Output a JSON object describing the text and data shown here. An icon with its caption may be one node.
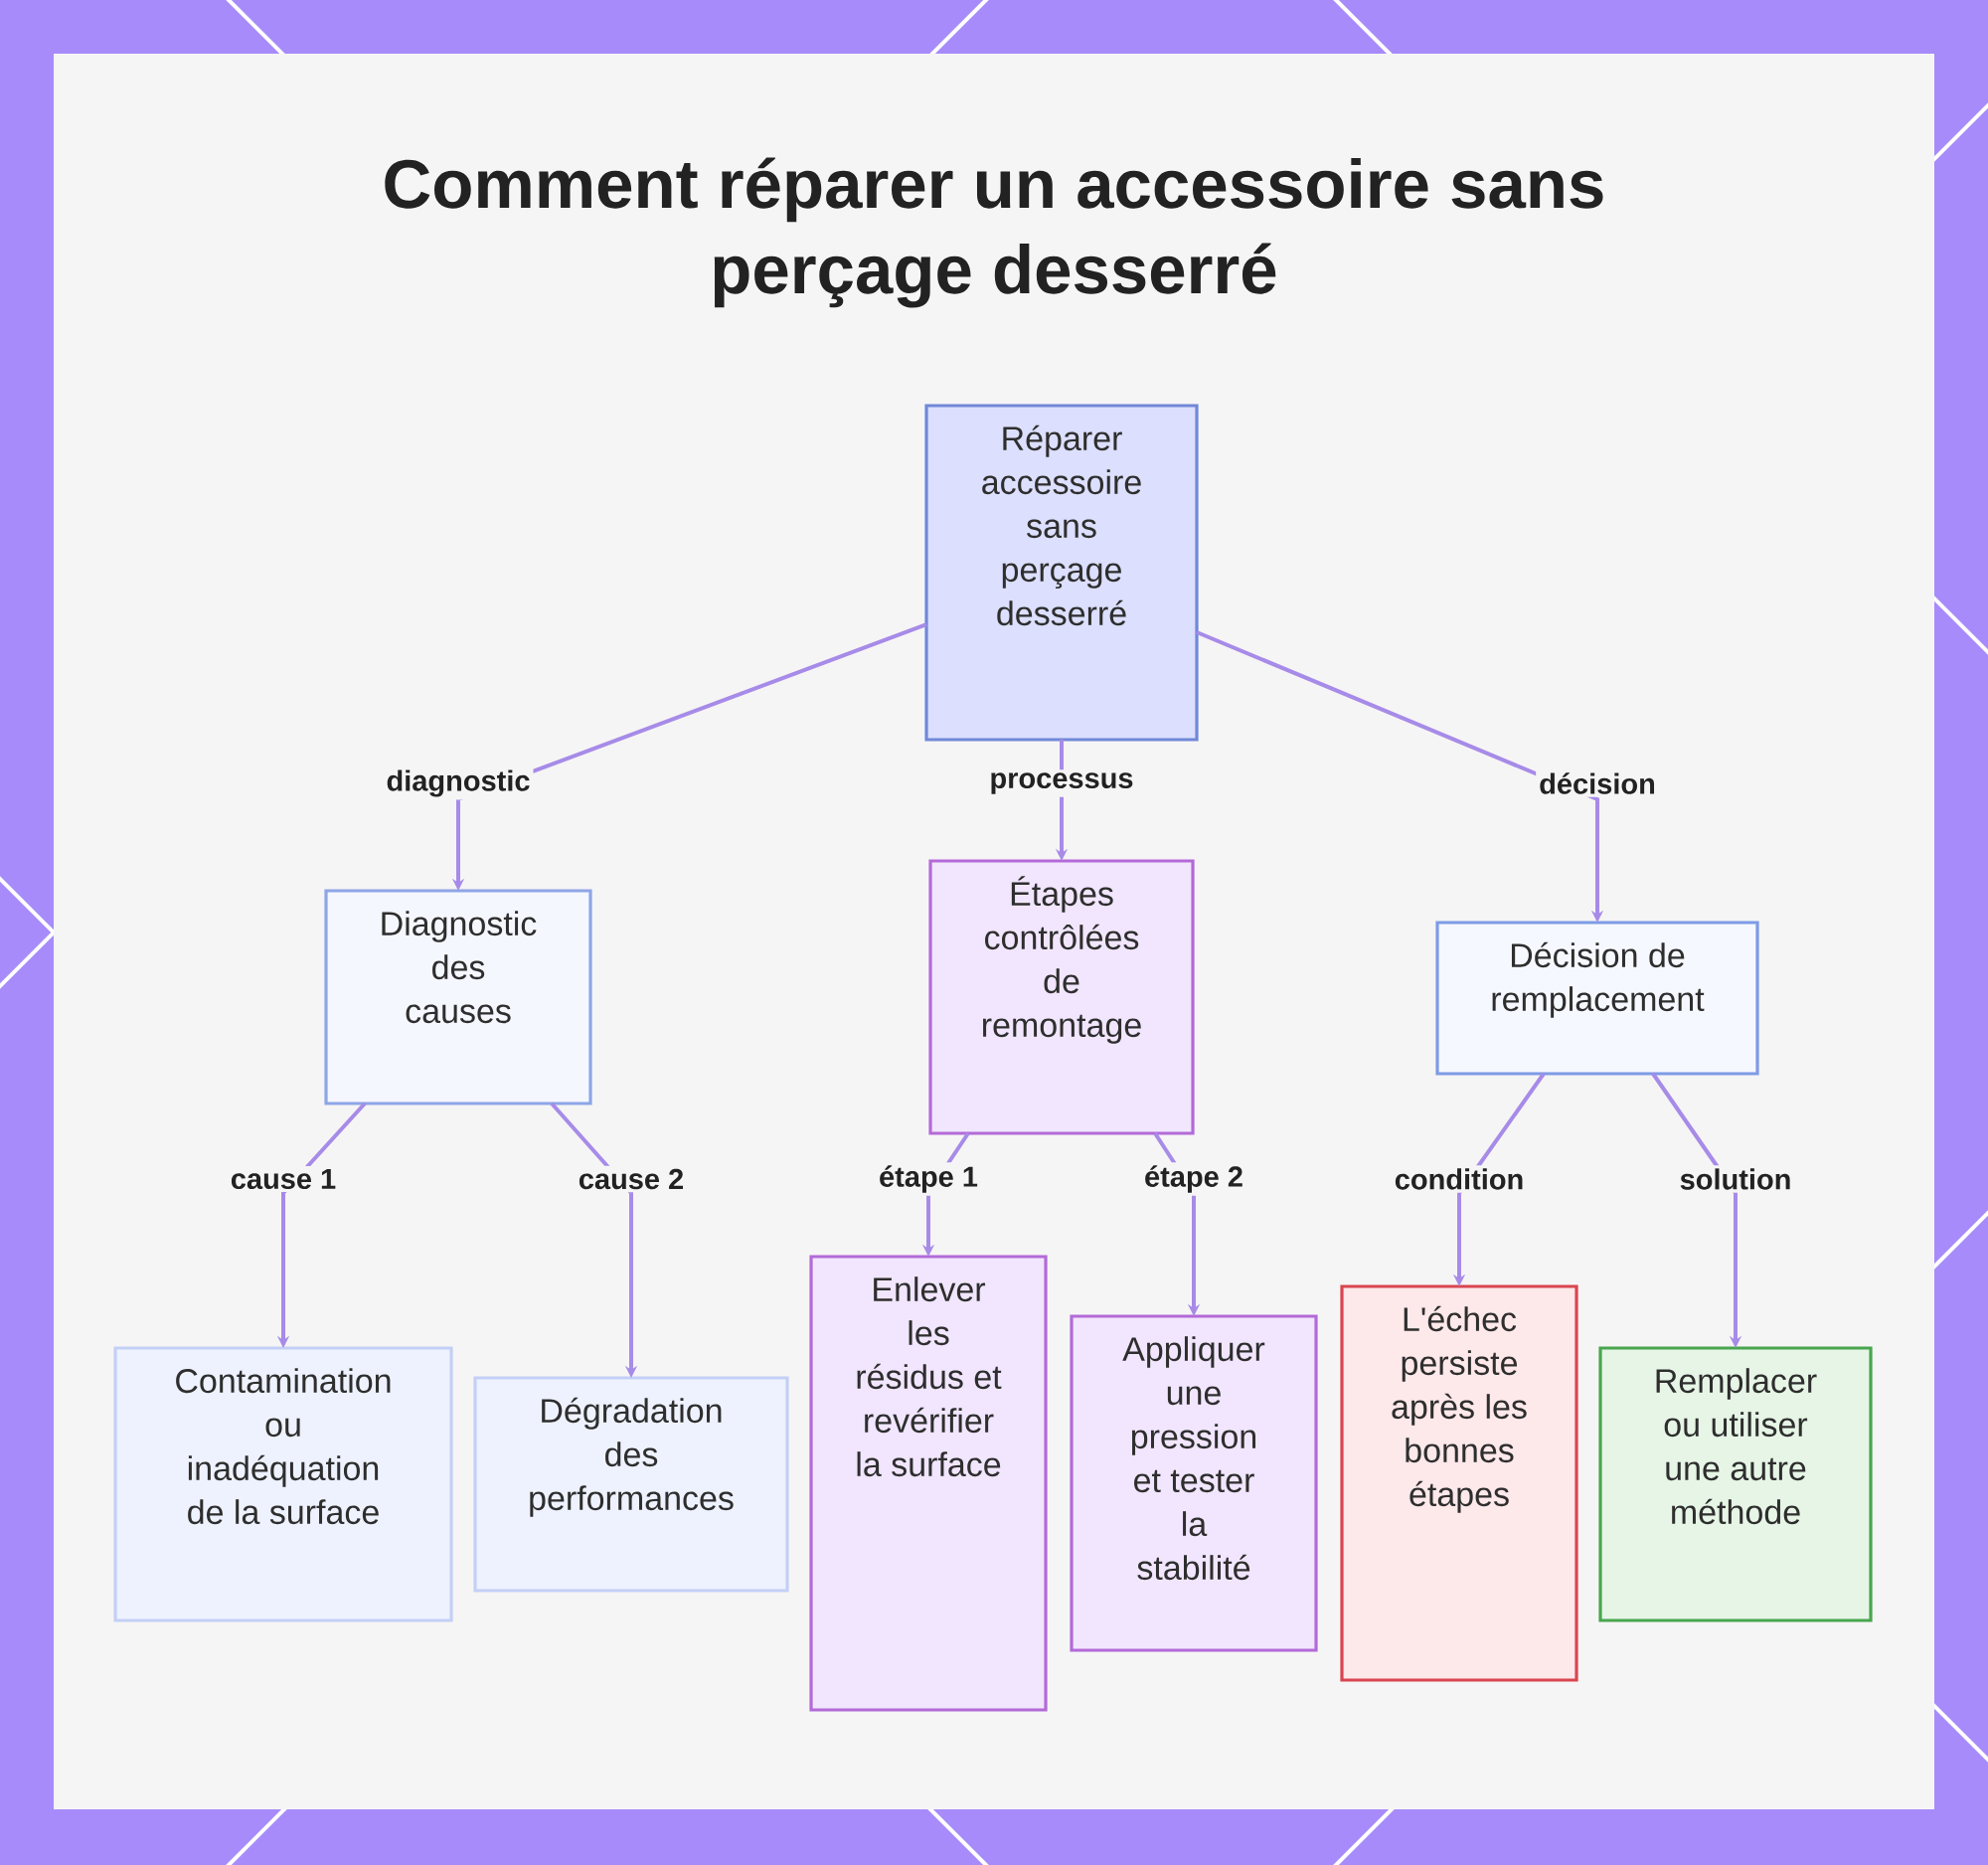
{
  "diagram": {
    "title": "Comment réparer un accessoire sans perçage desserré",
    "nodes": [
      {
        "text": [
          "Réparer accessoire sans perçage desserré"
        ]
      },
      {
        "text": [
          "Diagnostic des causes"
        ]
      },
      {
        "text": [
          "Étapes contrôlées de remontage"
        ]
      },
      {
        "text": [
          "Décision de remplacement"
        ]
      },
      {
        "text": [
          "Contamination ou inadéquation de la surface"
        ]
      },
      {
        "text": [
          "Dégradation des performances"
        ]
      },
      {
        "text": [
          "Enlever les résidus et revérifier la surface"
        ]
      },
      {
        "text": [
          "Appliquer une pression et tester la stabilité"
        ]
      },
      {
        "text": [
          "L'échec persiste après les bonnes étapes"
        ]
      },
      {
        "text": [
          "Remplacer ou utiliser une autre méthode"
        ]
      }
    ],
    "edges": [
      {
        "from": 0,
        "to": 1,
        "arrow": "to",
        "label": "diagnostic"
      },
      {
        "from": 0,
        "to": 2,
        "arrow": "to",
        "label": "processus"
      },
      {
        "from": 0,
        "to": 3,
        "arrow": "to",
        "label": "décision"
      },
      {
        "from": 1,
        "to": 4,
        "arrow": "to",
        "label": "cause 1"
      },
      {
        "from": 1,
        "to": 5,
        "arrow": "to",
        "label": "cause 2"
      },
      {
        "from": 2,
        "to": 6,
        "arrow": "to",
        "label": "étape 1"
      },
      {
        "from": 2,
        "to": 7,
        "arrow": "to",
        "label": "étape 2"
      },
      {
        "from": 3,
        "to": 8,
        "arrow": "to",
        "label": "condition"
      },
      {
        "from": 3,
        "to": 9,
        "arrow": "to",
        "label": "solution"
      }
    ]
  }
}
